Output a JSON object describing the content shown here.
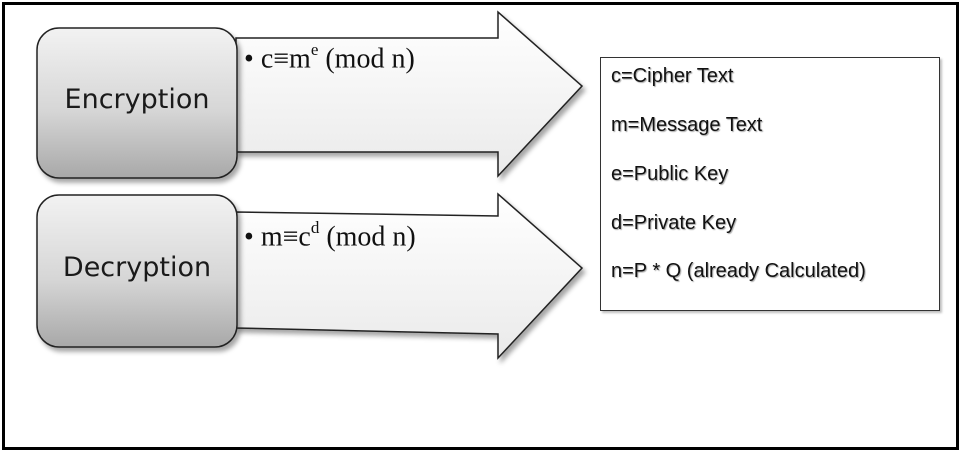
{
  "encryption": {
    "label": "Encryption",
    "bullet": "•",
    "formula_base": "c≡m",
    "formula_exp": "e",
    "formula_tail": " (mod n)"
  },
  "decryption": {
    "label": "Decryption",
    "bullet": "•",
    "formula_base": "m≡c",
    "formula_exp": "d",
    "formula_tail": " (mod n)"
  },
  "legend": {
    "items": [
      "c=Cipher Text",
      "m=Message Text",
      "e=Public Key",
      "d=Private Key",
      "n=P * Q (already Calculated)"
    ]
  }
}
